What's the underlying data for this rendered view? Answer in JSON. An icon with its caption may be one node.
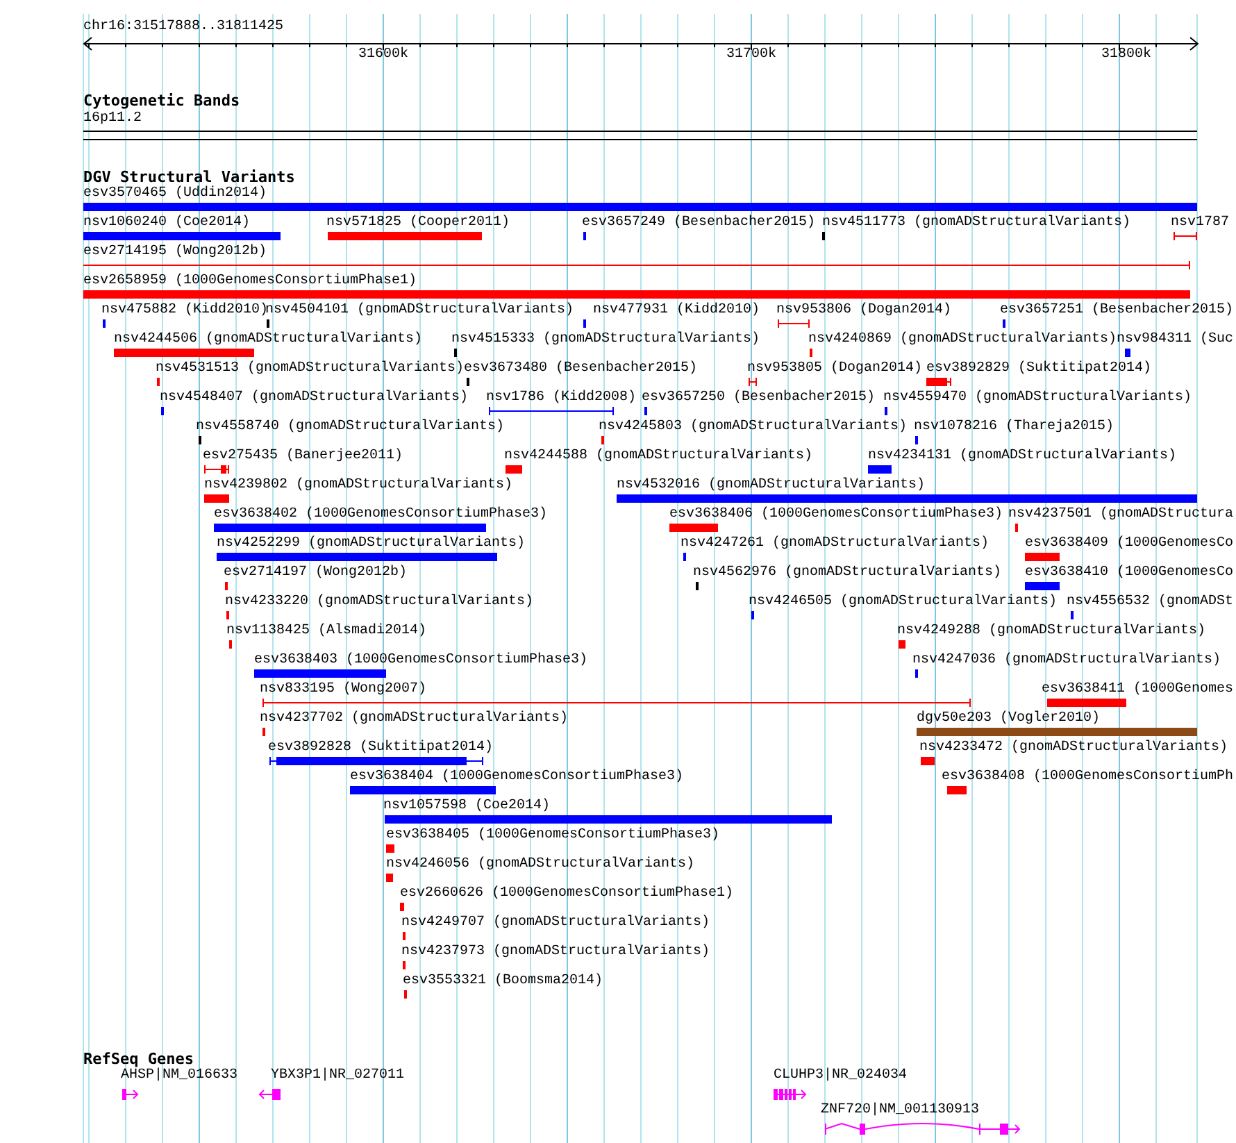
{
  "diagram": {
    "labels": [
      "chr16:31517888..31811425",
      "31600k",
      "31700k",
      "31800k",
      "Cytogenetic Bands",
      "16p11.2",
      "DGV Structural Variants",
      "esv3570465 (Uddin2014)",
      "nsv1060240 (Coe2014)",
      "nsv571825 (Cooper2011)",
      "esv3657249 (Besenbacher2015)",
      "nsv4511773 (gnomADStructuralVariants)",
      "nsv1787",
      "esv2714195 (Wong2012b)",
      "esv2658959 (1000GenomesConsortiumPhase1)",
      "nsv475882 (Kidd2010)",
      "nsv4504101 (gnomADStructuralVariants)",
      "nsv477931 (Kidd2010)",
      "nsv953806 (Dogan2014)",
      "esv3657251 (Besenbacher2015)",
      "nsv4244506 (gnomADStructuralVariants)",
      "nsv4515333 (gnomADStructuralVariants)",
      "nsv4240869 (gnomADStructuralVariants)",
      "nsv984311 (Suc",
      "nsv4531513 (gnomADStructuralVariants)",
      "esv3673480 (Besenbacher2015)",
      "nsv953805 (Dogan2014)",
      "esv3892829 (Suktitipat2014)",
      "nsv4548407 (gnomADStructuralVariants)",
      "nsv1786 (Kidd2008)",
      "esv3657250 (Besenbacher2015)",
      "nsv4559470 (gnomADStructuralVariants)",
      "nsv4558740 (gnomADStructuralVariants)",
      "nsv4245803 (gnomADStructuralVariants)",
      "nsv1078216 (Thareja2015)",
      "esv275435 (Banerjee2011)",
      "nsv4244588 (gnomADStructuralVariants)",
      "nsv4234131 (gnomADStructuralVariants)",
      "nsv4239802 (gnomADStructuralVariants)",
      "nsv4532016 (gnomADStructuralVariants)",
      "esv3638402 (1000GenomesConsortiumPhase3)",
      "esv3638406 (1000GenomesConsortiumPhase3)",
      "nsv4237501 (gnomADStructura",
      "nsv4252299 (gnomADStructuralVariants)",
      "nsv4247261 (gnomADStructuralVariants)",
      "esv3638409 (1000GenomesCo",
      "esv2714197 (Wong2012b)",
      "nsv4562976 (gnomADStructuralVariants)",
      "esv3638410 (1000GenomesCo",
      "nsv4233220 (gnomADStructuralVariants)",
      "nsv4246505 (gnomADStructuralVariants)",
      "nsv4556532 (gnomADSt",
      "nsv1138425 (Alsmadi2014)",
      "nsv4249288 (gnomADStructuralVariants)",
      "esv3638403 (1000GenomesConsortiumPhase3)",
      "nsv4247036 (gnomADStructuralVariants)",
      "nsv833195 (Wong2007)",
      "esv3638411 (1000Genomes",
      "nsv4237702 (gnomADStructuralVariants)",
      "dgv50e203 (Vogler2010)",
      "esv3892828 (Suktitipat2014)",
      "nsv4233472 (gnomADStructuralVariants)",
      "esv3638404 (1000GenomesConsortiumPhase3)",
      "esv3638408 (1000GenomesConsortiumPh",
      "nsv1057598 (Coe2014)",
      "esv3638405 (1000GenomesConsortiumPhase3)",
      "nsv4246056 (gnomADStructuralVariants)",
      "esv2660626 (1000GenomesConsortiumPhase1)",
      "nsv4249707 (gnomADStructuralVariants)",
      "nsv4237973 (gnomADStructuralVariants)",
      "esv3553321 (Boomsma2014)",
      "RefSeq Genes",
      "AHSP|NM_016633",
      "YBX3P1|NR_027011",
      "CLUHP3|NR_024034",
      "ZNF720|NM_001130913"
    ]
  }
}
